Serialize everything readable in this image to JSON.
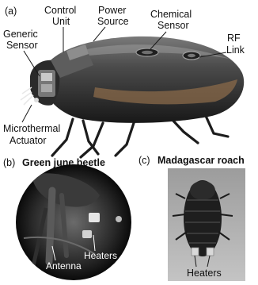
{
  "panel_a": {
    "label": "(a)",
    "callouts": {
      "control_unit": [
        "Control",
        "Unit"
      ],
      "power_source": [
        "Power",
        "Source"
      ],
      "chemical_sensor": [
        "Chemical",
        "Sensor"
      ],
      "generic_sensor": [
        "Generic",
        "Sensor"
      ],
      "rf_link": [
        "RF",
        "Link"
      ],
      "microthermal_actuator": [
        "Microthermal",
        "Actuator"
      ]
    }
  },
  "panel_b": {
    "label": "(b)",
    "caption": "Green june beetle",
    "callouts": {
      "heaters": "Heaters",
      "antenna": "Antenna"
    }
  },
  "panel_c": {
    "label": "(c)",
    "caption": "Madagascar roach",
    "callouts": {
      "heaters": "Heaters"
    }
  }
}
